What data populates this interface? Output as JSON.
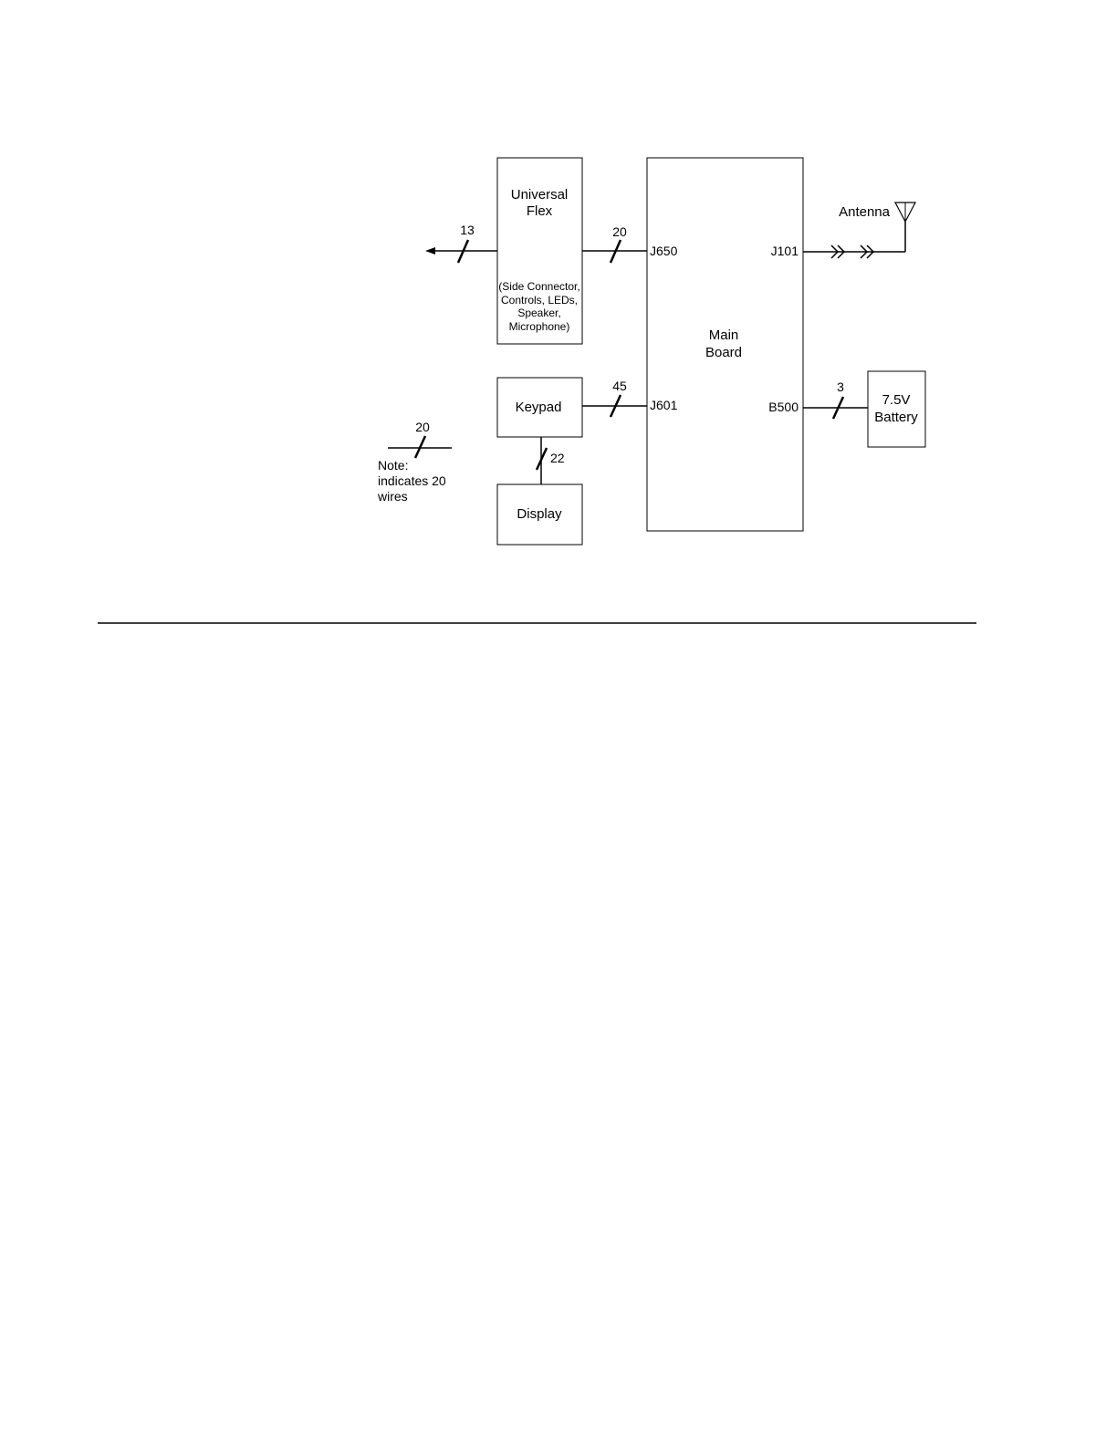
{
  "blocks": {
    "universal_flex": {
      "title_lines": [
        "Universal",
        "Flex"
      ],
      "sub_lines": [
        "(Side Connector,",
        "Controls, LEDs,",
        "Speaker,",
        "Microphone)"
      ]
    },
    "main_board": {
      "title_lines": [
        "Main",
        "Board"
      ]
    },
    "keypad": {
      "title": "Keypad"
    },
    "display": {
      "title": "Display"
    },
    "battery": {
      "title_lines": [
        "7.5V",
        "Battery"
      ]
    }
  },
  "connectors": {
    "j650": "J650",
    "j101": "J101",
    "j601": "J601",
    "b500": "B500"
  },
  "antenna": {
    "label": "Antenna"
  },
  "wire_counts": {
    "flex_out": "13",
    "flex_main": "20",
    "keypad_main": "45",
    "battery_main": "3",
    "keypad_display": "22"
  },
  "note": {
    "example_count": "20",
    "lines": [
      "Note:",
      "indicates 20",
      "wires"
    ]
  }
}
